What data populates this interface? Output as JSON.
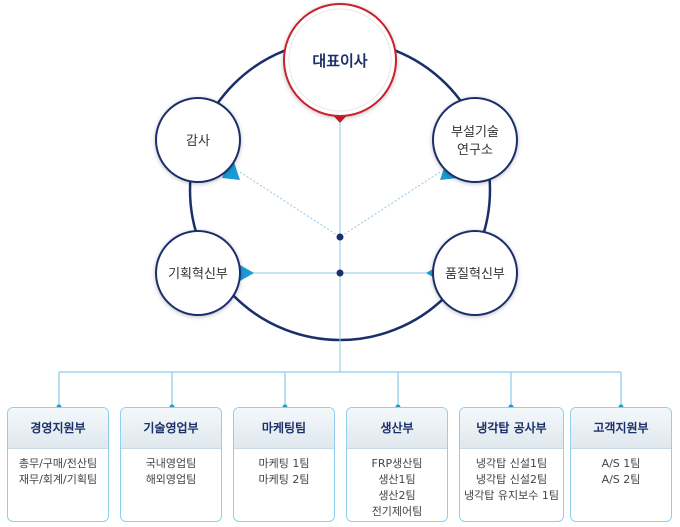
{
  "center": {
    "ceo": "대표이사"
  },
  "nodes": {
    "audit": "감사",
    "rnd": [
      "부설기술",
      "연구소"
    ],
    "planning": "기획혁신부",
    "quality": "품질혁신부"
  },
  "departments": [
    {
      "title": "경영지원부",
      "items": [
        "총무/구매/전산팀",
        "재무/회계/기획팀"
      ]
    },
    {
      "title": "기술영업부",
      "items": [
        "국내영업팀",
        "해외영업팀"
      ]
    },
    {
      "title": "마케팅팀",
      "items": [
        "마케팅 1팀",
        "마케팅 2팀"
      ]
    },
    {
      "title": "생산부",
      "items": [
        "FRP생산팀",
        "생산1팀",
        "생산2팀",
        "전기제어팀"
      ]
    },
    {
      "title": "냉각탑 공사부",
      "items": [
        "냉각탑 신설1팀",
        "냉각탑 신설2팀",
        "냉각탑 유지보수 1팀"
      ]
    },
    {
      "title": "고객지원부",
      "items": [
        "A/S 1팀",
        "A/S 2팀"
      ]
    }
  ],
  "colors": {
    "ring": "#1b2f6b",
    "accent": "#1a9ad6",
    "ceo_border": "#c8202f",
    "connector": "#9fd3ee"
  }
}
